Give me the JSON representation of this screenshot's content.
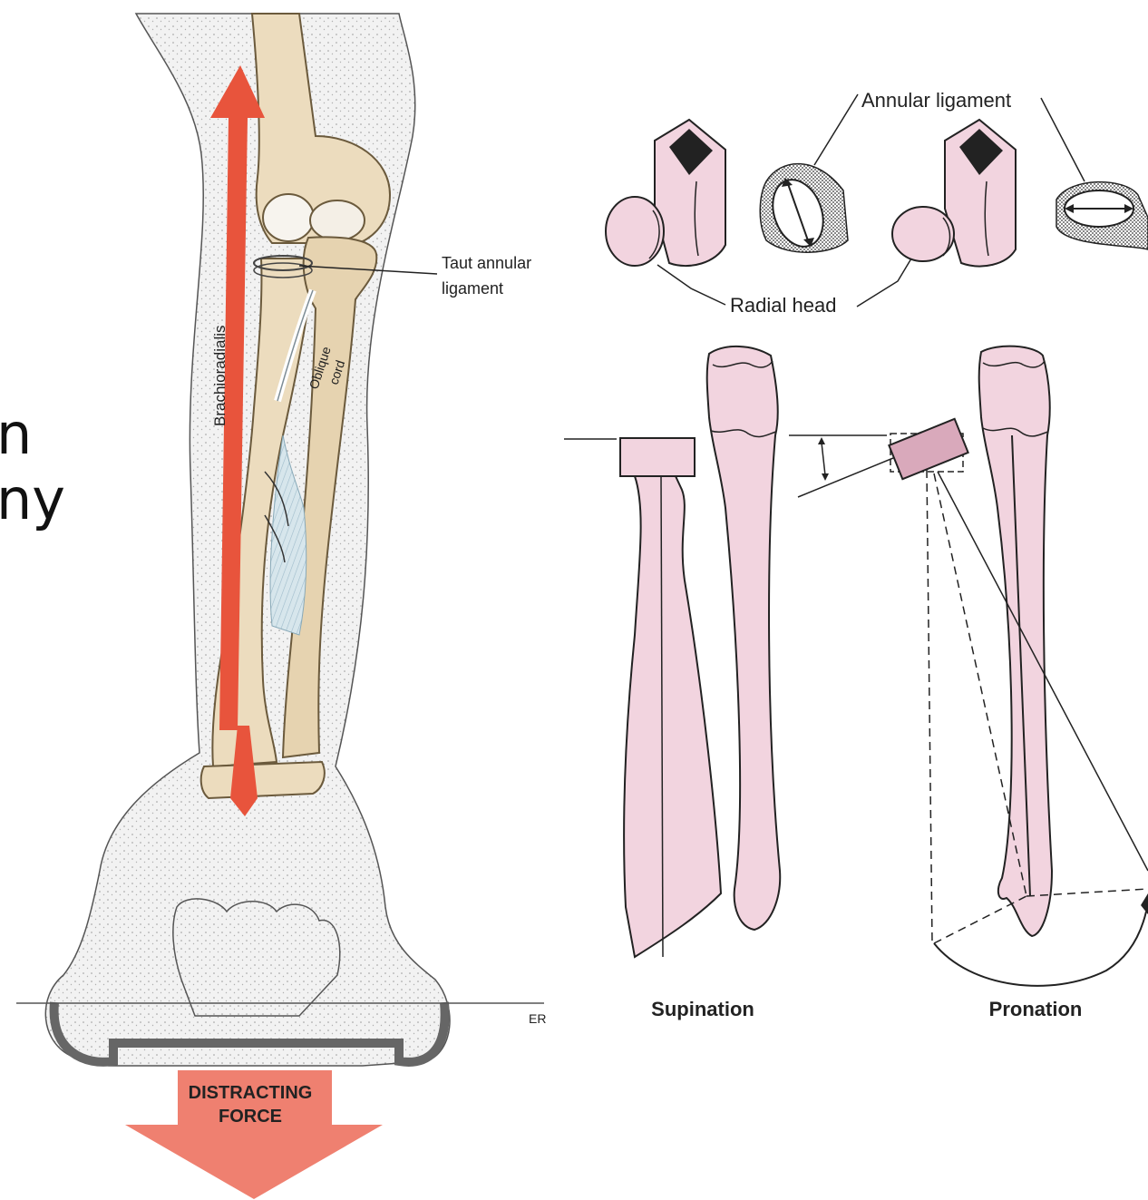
{
  "side_fragments": [
    "n",
    "ny"
  ],
  "left_panel": {
    "muscle_label": "Brachioradialis",
    "ligament_label_line1": "Taut annular",
    "ligament_label_line2": "ligament",
    "cord_label_line1": "Oblique",
    "cord_label_line2": "cord",
    "force_label_line1": "DISTRACTING",
    "force_label_line2": "FORCE",
    "signature": "ER",
    "colors": {
      "arrow": "#e8543c",
      "force_arrow": "#ef8070",
      "bone": "#ecdcbe",
      "bone_outline": "#6b5a3c",
      "arm": "#f1f1f1",
      "membrane": "#cfe0e6"
    }
  },
  "right_panel": {
    "annular_label": "Annular ligament",
    "radial_head_label": "Radial head",
    "supination_label": "Supination",
    "pronation_label": "Pronation",
    "colors": {
      "bone_fill": "#f2d4df",
      "bone_dark": "#d9a9bb",
      "outline": "#222222"
    }
  }
}
